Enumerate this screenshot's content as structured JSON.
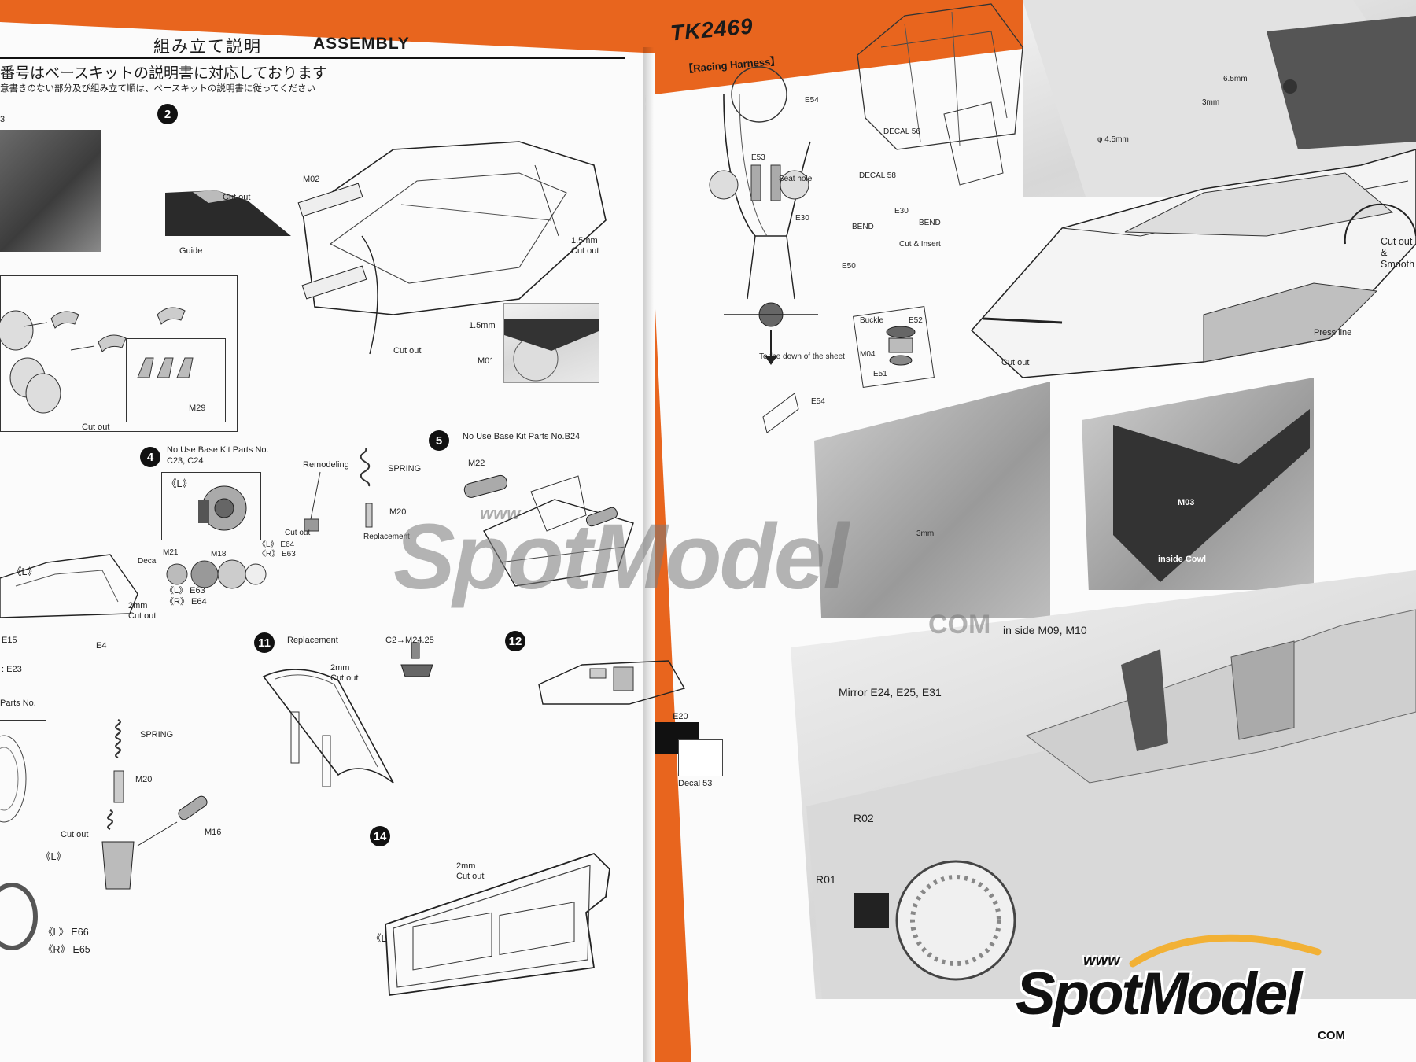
{
  "header": {
    "title_jp": "組み立て説明",
    "title_en": "ASSEMBLY",
    "note_line1": "番号はベースキットの説明書に対応しております",
    "note_line2": "意書きのない部分及び組み立て順は、ベースキットの説明書に従ってください"
  },
  "left": {
    "fragment_3": "3",
    "step2": {
      "num": "2",
      "cut_out": "Cut out",
      "guide": "Guide",
      "m02": "M02",
      "mm15_cut": "1.5mm\nCut out",
      "mm15": "1.5mm",
      "cut_out2": "Cut out",
      "m01": "M01"
    },
    "exhaust": {
      "m29": "M29",
      "cut_out": "Cut out"
    },
    "step4": {
      "num": "4",
      "note": "No Use Base Kit Parts No.",
      "parts": "C23, C24",
      "l_mark": "《L》",
      "remodeling": "Remodeling",
      "spring": "SPRING",
      "m20": "M20",
      "cut_out": "Cut out",
      "replacement": "Replacement",
      "l_e64": "《L》 E64",
      "r_e63": "《R》 E63"
    },
    "step5": {
      "num": "5",
      "note": "No Use Base Kit Parts No.B24",
      "m22": "M22"
    },
    "brakes": {
      "decal": "Decal",
      "m21": "M21",
      "m18": "M18",
      "l_e63": "《L》 E63",
      "r_e64": "《R》 E64",
      "mm2_cut": "2mm\nCut out",
      "e4": "E4",
      "e15": "E15",
      "l_mark": "《L》",
      "e23": ": E23"
    },
    "step11": {
      "num": "11",
      "replacement": "Replacement",
      "c2": "C2→M24.25",
      "mm2_cut": "2mm\nCut out"
    },
    "step12": {
      "num": "12",
      "e20": "E20",
      "decal53": "Decal 53"
    },
    "parts_no": "Parts No.",
    "strut": {
      "spring": "SPRING",
      "m20": "M20",
      "cut_out": "Cut out",
      "m16": "M16",
      "l_mark": "《L》",
      "l_e66": "《L》 E66",
      "r_e65": "《R》 E65"
    },
    "step14": {
      "num": "14",
      "mm2_cut": "2mm\nCut out",
      "l_mark": "《L》"
    }
  },
  "right": {
    "code": "TK2469",
    "racing_harness": "【Racing Harness】",
    "e54": "E54",
    "e53": "E53",
    "seat_hole": "Seat hole",
    "e30": "E30",
    "decal58": "DECAL 58",
    "decal56": "DECAL 56",
    "e30b": "E30",
    "bend": "BEND",
    "bend2": "BEND",
    "cut_insert": "Cut & Insert",
    "e50": "E50",
    "buckle": "Buckle",
    "e52": "E52",
    "m04": "M04",
    "e51": "E51",
    "to_down": "To the down of the sheet",
    "e54b": "E54",
    "dim_65": "6.5mm",
    "dim_3": "3mm",
    "dim_45": "φ 4.5mm",
    "cut_out_smooth": "Cut out\n&\nSmooth",
    "press_line": "Press line",
    "cut_out": "Cut out",
    "dim_3b": "3mm",
    "m03": "M03",
    "inside_cowl": "inside Cowl",
    "inside_m09": "in side M09, M10",
    "mirror": "Mirror E24, E25, E31",
    "r02": "R02",
    "r01": "R01"
  },
  "watermark": {
    "www": "www",
    "name": "SpotModel",
    "com": "COM"
  },
  "logo": {
    "www": "www",
    "name": "SpotModel",
    "com": "COM"
  }
}
